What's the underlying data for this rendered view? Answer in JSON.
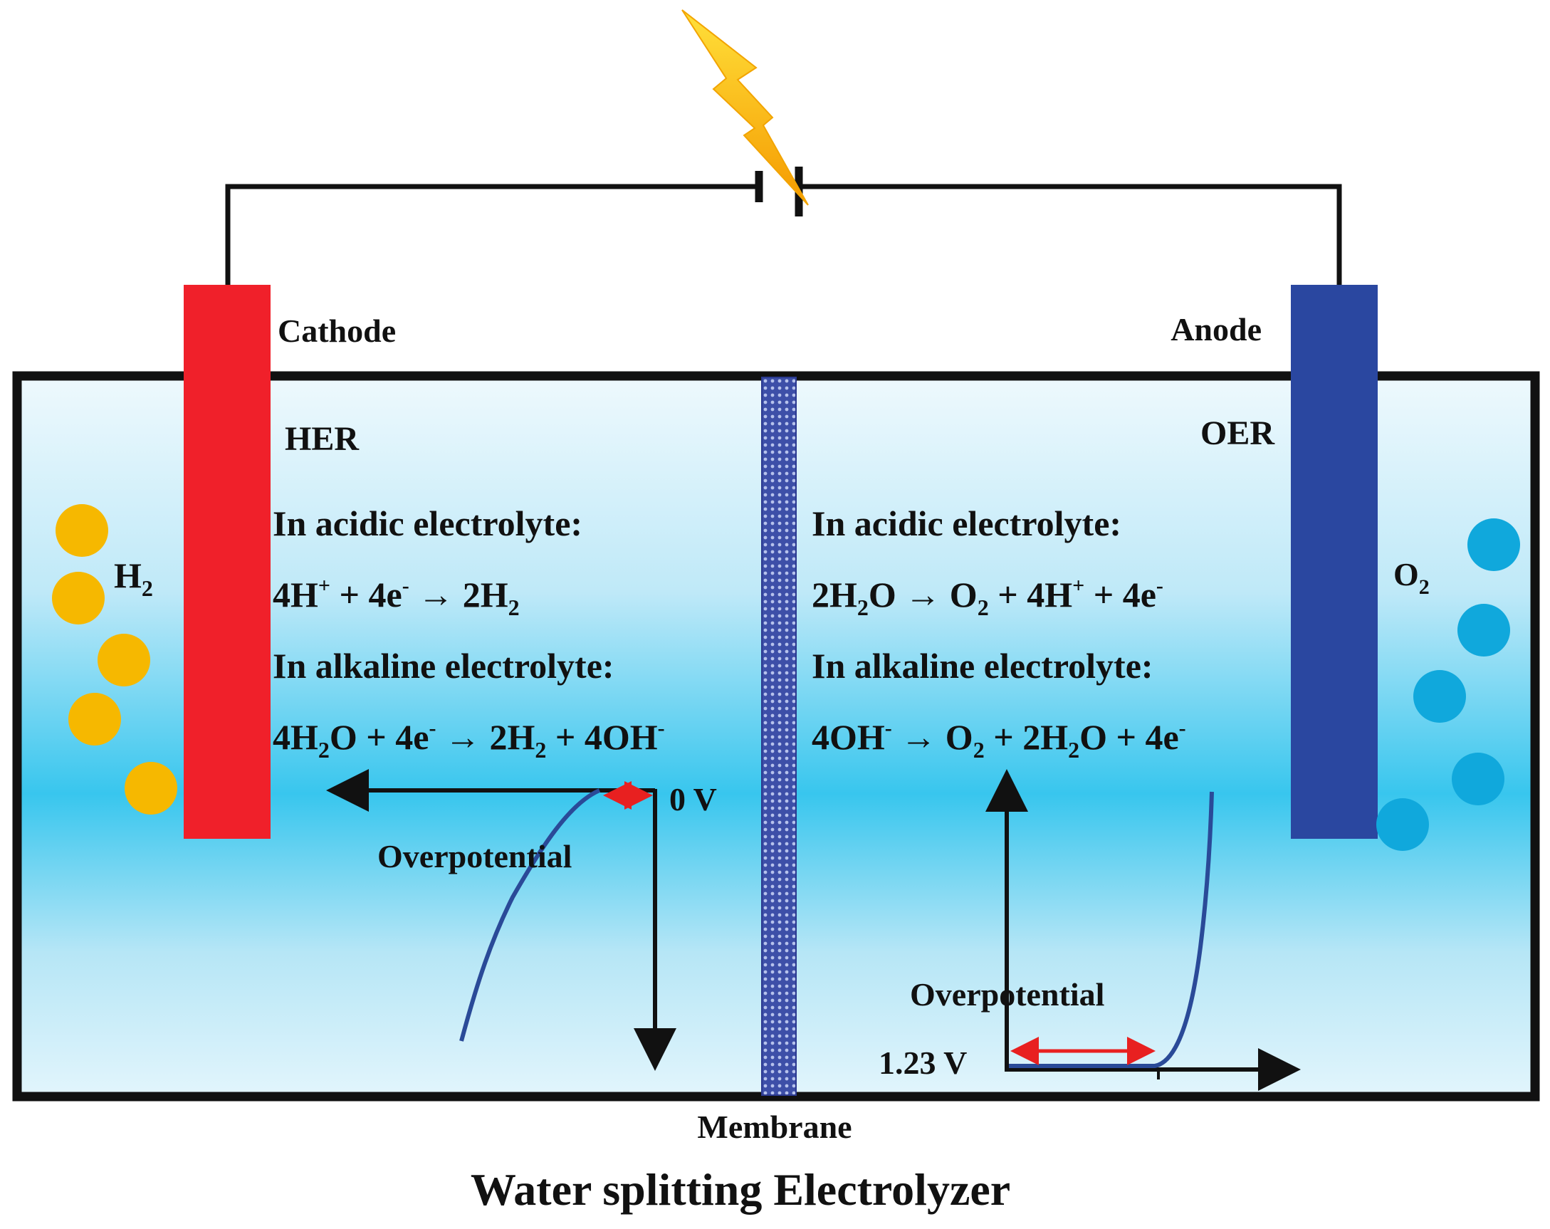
{
  "title": "Water splitting Electrolyzer",
  "membrane_label": "Membrane",
  "colors": {
    "cathode": "#f0202a",
    "anode": "#2a47a0",
    "h2_bubble": "#f6b800",
    "o2_bubble": "#10a8dc",
    "overpotential_arrow": "#e82020",
    "curve": "#2a4a98",
    "her_label": "#e8202a",
    "oer_label": "#2a47a0"
  },
  "cathode": {
    "label": "Cathode",
    "reaction": "HER",
    "gas": "H",
    "gas_sub": "2",
    "acidic_label": "In acidic electrolyte:",
    "alkaline_label": "In alkaline electrolyte:"
  },
  "anode": {
    "label": "Anode",
    "reaction": "OER",
    "gas": "O",
    "gas_sub": "2",
    "acidic_label": "In acidic electrolyte:",
    "alkaline_label": "In alkaline electrolyte:"
  },
  "her_plot": {
    "potential_label": "0 V",
    "overpotential_label": "Overpotential"
  },
  "oer_plot": {
    "potential_label": "1.23 V",
    "overpotential_label": "Overpotential"
  },
  "power_source_icon": "lightning-bolt-icon"
}
